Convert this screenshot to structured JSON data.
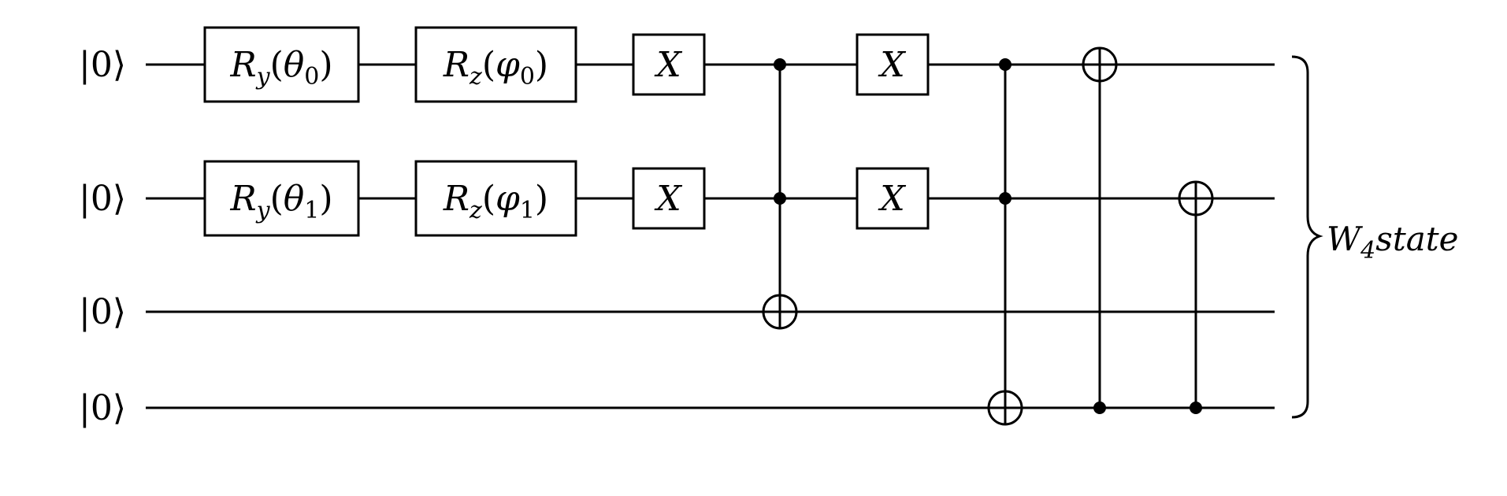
{
  "qubits": [
    {
      "label": "|0⟩"
    },
    {
      "label": "|0⟩"
    },
    {
      "label": "|0⟩"
    },
    {
      "label": "|0⟩"
    }
  ],
  "gates": [
    {
      "name": "ry-theta0",
      "qubit": 0,
      "op": "R",
      "op_sub": "y",
      "arg": "θ",
      "arg_sub": "0"
    },
    {
      "name": "rz-phi0",
      "qubit": 0,
      "op": "R",
      "op_sub": "z",
      "arg": "φ",
      "arg_sub": "0"
    },
    {
      "name": "x-0a",
      "qubit": 0,
      "op": "X"
    },
    {
      "name": "x-0b",
      "qubit": 0,
      "op": "X"
    },
    {
      "name": "ry-theta1",
      "qubit": 1,
      "op": "R",
      "op_sub": "y",
      "arg": "θ",
      "arg_sub": "1"
    },
    {
      "name": "rz-phi1",
      "qubit": 1,
      "op": "R",
      "op_sub": "z",
      "arg": "φ",
      "arg_sub": "1"
    },
    {
      "name": "x-1a",
      "qubit": 1,
      "op": "X"
    },
    {
      "name": "x-1b",
      "qubit": 1,
      "op": "X"
    }
  ],
  "controlled_gates": [
    {
      "name": "toffoli-1",
      "controls": [
        0,
        1
      ],
      "target": 2
    },
    {
      "name": "toffoli-2",
      "controls": [
        0,
        1
      ],
      "target": 3
    },
    {
      "name": "cnot-1",
      "controls": [
        3
      ],
      "target": 0
    },
    {
      "name": "cnot-2",
      "controls": [
        3
      ],
      "target": 1
    }
  ],
  "output": {
    "label_main": "W",
    "label_sub": "4",
    "label_rest": "state"
  }
}
